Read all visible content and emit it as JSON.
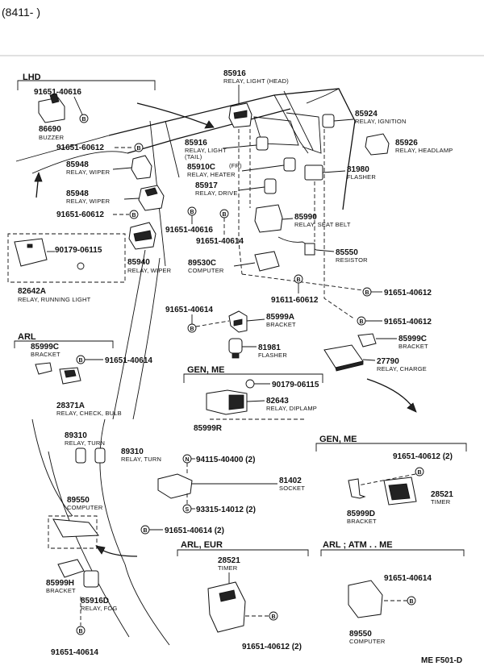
{
  "header": {
    "code": "(8411-        )"
  },
  "footer": {
    "code": "ME  F501-D"
  },
  "symbols": {
    "bolt": "B",
    "nut": "N",
    "screw": "S"
  },
  "sections": {
    "lhd": "LHD",
    "arl_left": "ARL",
    "gen_me_top": "GEN, ME",
    "gen_me_right": "GEN, ME",
    "arl_eur": "ARL, EUR",
    "arl_atm_me": "ARL ; ATM . . ME"
  },
  "parts": {
    "p1": {
      "no": "91651-40616"
    },
    "p2": {
      "no": "86690",
      "name": "BUZZER"
    },
    "p3": {
      "no": "91651-60612"
    },
    "p4": {
      "no": "85948",
      "name": "RELAY, WIPER"
    },
    "p5": {
      "no": "85948",
      "name": "RELAY, WIPER"
    },
    "p6": {
      "no": "91651-60612"
    },
    "p7": {
      "no": "90179-06115"
    },
    "p8": {
      "no": "82642A",
      "name": "RELAY, RUNNING LIGHT"
    },
    "p9": {
      "no": "85916",
      "name": "RELAY, LIGHT (HEAD)"
    },
    "p10": {
      "no": "85924",
      "name": "RELAY, IGNITION"
    },
    "p11": {
      "no": "85926",
      "name": "RELAY, HEADLAMP"
    },
    "p12": {
      "no": "85916",
      "name": "RELAY, LIGHT",
      "name2": "(TAIL)"
    },
    "p13": {
      "no": "85910C",
      "sub": "(FR)",
      "name": "RELAY, HEATER"
    },
    "p14": {
      "no": "81980",
      "name": "FLASHER"
    },
    "p15": {
      "no": "85917",
      "name": "RELAY, DRIVE"
    },
    "p16": {
      "no": "91651-40616"
    },
    "p17": {
      "no": "91651-40614"
    },
    "p18": {
      "no": "85940",
      "name": "RELAY, WIPER"
    },
    "p19": {
      "no": "85990",
      "name": "RELAY, SEAT BELT"
    },
    "p20": {
      "no": "85550",
      "name": "RESISTOR"
    },
    "p21": {
      "no": "89530C",
      "name": "COMPUTER"
    },
    "p22": {
      "no": "91651-40612"
    },
    "p23": {
      "no": "91611-60612"
    },
    "p24": {
      "no": "91651-40614"
    },
    "p25": {
      "no": "85999A",
      "name": "BRACKET"
    },
    "p26": {
      "no": "91651-40612"
    },
    "p27": {
      "no": "85999C",
      "name": "BRACKET"
    },
    "p28": {
      "no": "81981",
      "name": "FLASHER"
    },
    "p29": {
      "no": "27790",
      "name": "RELAY, CHARGE"
    },
    "p30": {
      "no": "85999C",
      "name": "BRACKET"
    },
    "p31": {
      "no": "91651-40614"
    },
    "p32": {
      "no": "28371A",
      "name": "RELAY, CHECK, BULB"
    },
    "p33": {
      "no": "90179-06115"
    },
    "p34": {
      "no": "82643",
      "name": "RELAY, DIPLAMP"
    },
    "p35": {
      "no": "85999R"
    },
    "p36": {
      "no": "89310",
      "name": "RELAY, TURN"
    },
    "p37": {
      "no": "89310",
      "name": "RELAY, TURN"
    },
    "p38": {
      "no": "94115-40400 (2)"
    },
    "p39": {
      "no": "81402",
      "name": "SOCKET"
    },
    "p40": {
      "no": "93315-14012 (2)"
    },
    "p41": {
      "no": "91651-40612 (2)"
    },
    "p42": {
      "no": "28521",
      "name": "TIMER"
    },
    "p43": {
      "no": "85999D",
      "name": "BRACKET"
    },
    "p44": {
      "no": "89550",
      "name": "COMPUTER"
    },
    "p45": {
      "no": "91651-40614 (2)"
    },
    "p46": {
      "no": "85999H",
      "name": "BRACKET"
    },
    "p47": {
      "no": "85916D",
      "name": "RELAY, FOG"
    },
    "p48": {
      "no": "91651-40614"
    },
    "p49": {
      "no": "28521",
      "name": "TIMER"
    },
    "p50": {
      "no": "91651-40612 (2)"
    },
    "p51": {
      "no": "91651-40614"
    },
    "p52": {
      "no": "89550",
      "name": "COMPUTER"
    }
  }
}
